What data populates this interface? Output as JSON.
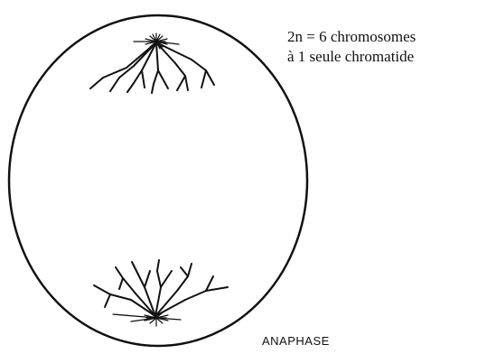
{
  "annotation": {
    "line1": "2n =  6 chromosomes",
    "line2": "à 1 seule chromatide"
  },
  "stage_label": "ANAPHASE",
  "colors": {
    "ink": "#111111",
    "background": "#ffffff"
  },
  "chromosome_count": 6
}
